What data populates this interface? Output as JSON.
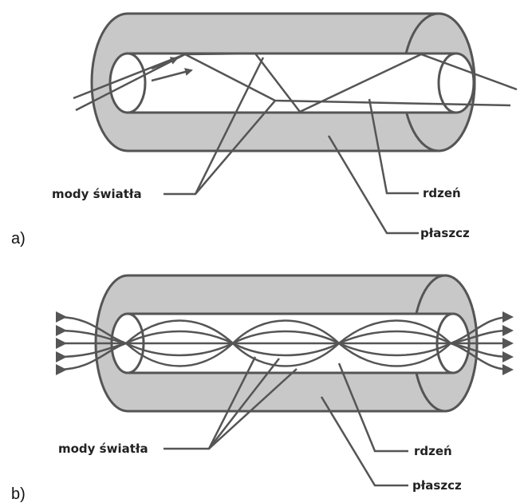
{
  "figure_a": {
    "panel_label": "a)",
    "labels": {
      "modes": "mody światła",
      "core": "rdzeń",
      "cladding": "płaszcz"
    }
  },
  "figure_b": {
    "panel_label": "b)",
    "labels": {
      "modes": "mody światła",
      "core": "rdzeń",
      "cladding": "płaszcz"
    }
  },
  "colors": {
    "cladding_fill": "#c8c8c8",
    "line": "#555555",
    "core_fill": "#ffffff"
  }
}
